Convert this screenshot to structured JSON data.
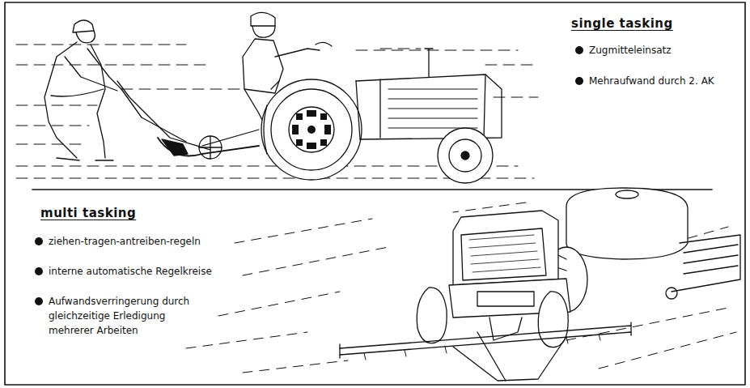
{
  "diagram": {
    "labels": [
      "single tasking",
      "Zugmitteleinsatz",
      "Mehraufwand durch 2. AK",
      "multi tasking",
      "ziehen-tragen-antreiben-regeln",
      "interne automatische Regelkreise",
      "Aufwandsverringerung durch gleichzeitige Erledigung mehrerer Arbeiten"
    ]
  }
}
